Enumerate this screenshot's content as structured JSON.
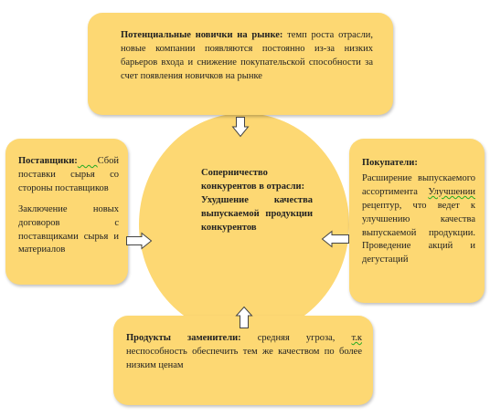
{
  "top_box": {
    "title": "Потенциальные новички на рынке:",
    "text": " темп роста отрасли, новые компании появляются постоянно из-за низких барьеров входа и снижение покупательской способности за счет появления новичков на рынке"
  },
  "left_box": {
    "title": "Поставщики:",
    "text_mark": "  ",
    "text_1": " Сбой поставки сырья со стороны поставщиков",
    "text_2": "Заключение новых договоров с поставщиками сырья и материалов"
  },
  "center": {
    "text_1": "Соперничество конкурентов в отрасли:",
    "text_2": "Ухудшение качества выпускаемой продукции конкурентов"
  },
  "right_box": {
    "title": "Покупатели:",
    "text_1": "Расширение выпускаемого ассортимента ",
    "text_squiggle": "Улучшении",
    "text_2": " рецептур, что ведет к улучшению качества выпускаемой продукции. Проведение акций и дегустаций"
  },
  "bottom_box": {
    "title": "Продукты заменители:",
    "text_1": " средняя угроза, ",
    "text_squiggle": "т.к",
    "text_2": " неспособность обеспечить тем же качеством по более низким ценам"
  },
  "colors": {
    "fill": "#fdd873",
    "arrow_fill": "#ffffff",
    "arrow_stroke": "#444444"
  }
}
